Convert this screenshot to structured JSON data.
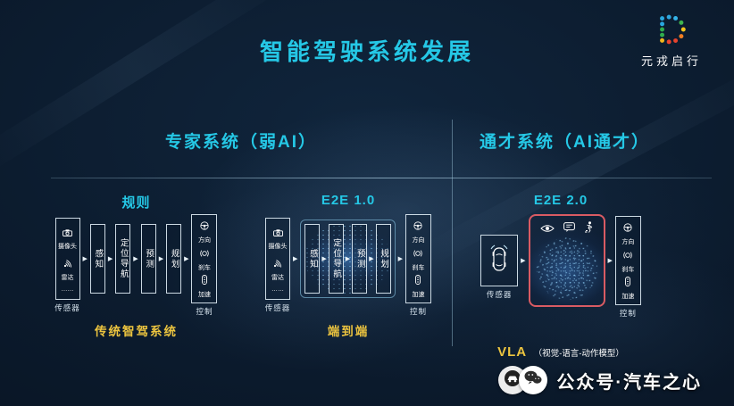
{
  "colors": {
    "accent_cyan": "#25c8e6",
    "accent_yellow": "#ecc43f",
    "vla_border_red": "#d95b63"
  },
  "slide": {
    "title": "智能驾驶系统发展",
    "logo": {
      "name": "元戎启行",
      "icon": "deeproute-dots-logo"
    },
    "sections": [
      {
        "title": "专家系统（弱AI）"
      },
      {
        "title": "通才系统（AI通才）"
      }
    ],
    "columns": [
      {
        "header": "规则",
        "sensor_box": {
          "items": [
            {
              "icon": "camera-icon",
              "label": "摄像头"
            },
            {
              "icon": "radar-icon",
              "label": "雷达"
            },
            {
              "icon": "",
              "label": "……"
            }
          ],
          "label": "传感器"
        },
        "stages": [
          "感知",
          "定位导航",
          "预测",
          "规划"
        ],
        "control_box": {
          "items": [
            {
              "icon": "steering-icon",
              "label": "方向"
            },
            {
              "icon": "brake-icon",
              "label": "刹车"
            },
            {
              "icon": "accelerate-icon",
              "label": "加速"
            }
          ],
          "label": "控制"
        },
        "caption": "传统智驾系统"
      },
      {
        "header": "E2E 1.0",
        "sensor_box": {
          "items": [
            {
              "icon": "camera-icon",
              "label": "摄像头"
            },
            {
              "icon": "radar-icon",
              "label": "雷达"
            },
            {
              "icon": "",
              "label": "……"
            }
          ],
          "label": "传感器"
        },
        "stages": [
          "感知",
          "定位导航",
          "预测",
          "规划"
        ],
        "control_box": {
          "items": [
            {
              "icon": "steering-icon",
              "label": "方向"
            },
            {
              "icon": "brake-icon",
              "label": "刹车"
            },
            {
              "icon": "accelerate-icon",
              "label": "加速"
            }
          ],
          "label": "控制"
        },
        "caption": "端到端"
      },
      {
        "header": "E2E 2.0",
        "sensor_box": {
          "icon": "car-top-icon",
          "label": "传感器"
        },
        "model_box": {
          "icons": [
            "eye-icon",
            "speech-icon",
            "action-icon"
          ]
        },
        "control_box": {
          "items": [
            {
              "icon": "steering-icon",
              "label": "方向"
            },
            {
              "icon": "brake-icon",
              "label": "刹车"
            },
            {
              "icon": "accelerate-icon",
              "label": "加速"
            }
          ],
          "label": "控制"
        },
        "caption": "VLA",
        "caption_note": "（视觉-语言-动作模型）"
      }
    ],
    "watermark": {
      "icons": [
        "autobit-logo-icon",
        "wechat-icon"
      ],
      "text": "公众号·汽车之心"
    }
  }
}
